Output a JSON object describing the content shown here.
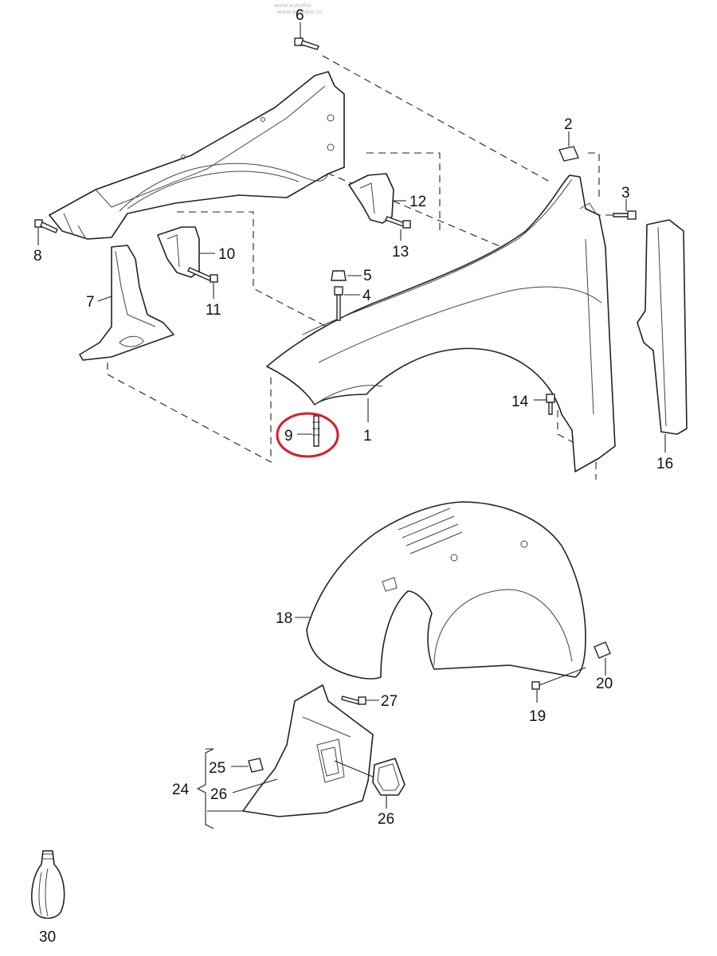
{
  "watermark": [
    "www.autodoc",
    "www.autodoc.ru"
  ],
  "callouts": {
    "p1": "1",
    "p2": "2",
    "p3": "3",
    "p4": "4",
    "p5": "5",
    "p6": "6",
    "p7": "7",
    "p8": "8",
    "p9": "9",
    "p10": "10",
    "p11": "11",
    "p12": "12",
    "p13": "13",
    "p14": "14",
    "p16": "16",
    "p18": "18",
    "p19": "19",
    "p20": "20",
    "p24": "24",
    "p25": "25",
    "p26a": "26",
    "p26b": "26",
    "p27": "27",
    "p30": "30"
  },
  "highlight": {
    "part": "9",
    "color": "#d4202a"
  }
}
